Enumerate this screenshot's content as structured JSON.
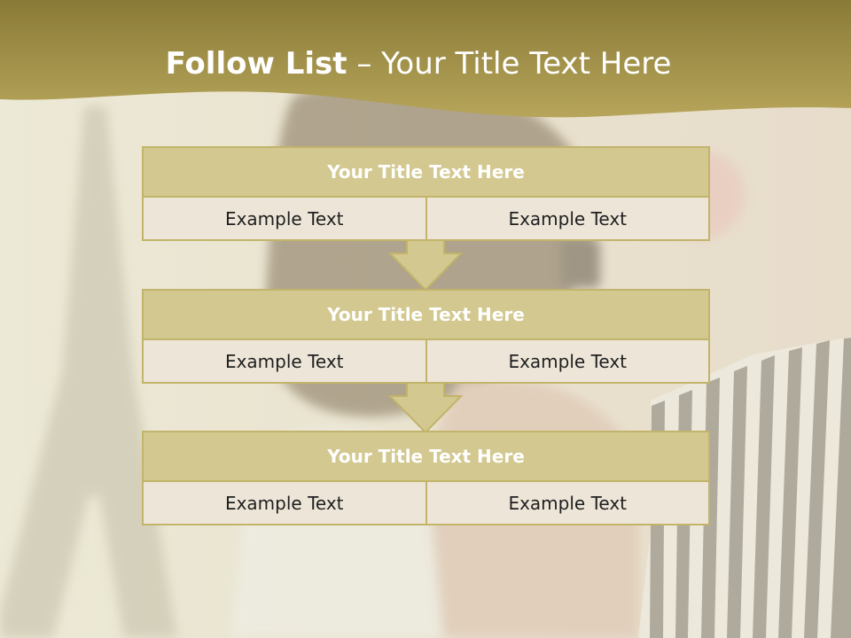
{
  "title": {
    "bold": "Follow List",
    "rest": " – Your Title Text Here"
  },
  "boxes": [
    {
      "title": "Your Title Text Here",
      "cells": [
        "Example Text",
        "Example Text"
      ]
    },
    {
      "title": "Your Title Text Here",
      "cells": [
        "Example Text",
        "Example Text"
      ]
    },
    {
      "title": "Your Title Text Here",
      "cells": [
        "Example Text",
        "Example Text"
      ]
    }
  ],
  "colors": {
    "title_band": "#b09a45",
    "box_title_fill": "#d3c890",
    "box_border": "#c2b46a",
    "cell_fill": "#ede6d8"
  }
}
